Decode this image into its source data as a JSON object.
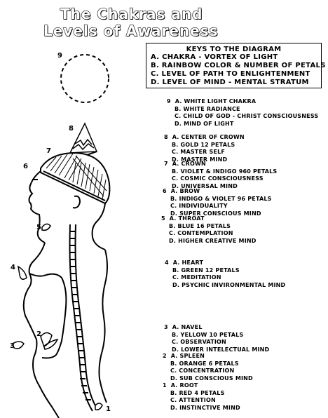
{
  "title": {
    "line1": "The Chakras and",
    "line2": "Levels of Awareness"
  },
  "keys": {
    "heading": "KEYS TO THE DIAGRAM",
    "lines": [
      "A. CHAKRA - VORTEX OF LIGHT",
      "B. RAINBOW COLOR & NUMBER OF PETALS",
      "C. LEVEL OF PATH TO ENLIGHTENMENT",
      "D. LEVEL OF MIND - MENTAL STRATUM"
    ]
  },
  "chakras": [
    {
      "num": "9",
      "a": "A. WHITE LIGHT CHAKRA",
      "b": "B. WHITE RADIANCE",
      "c": "C. CHILD OF GOD - CHRIST CONSCIOUSNESS",
      "d": "D. MIND OF LIGHT"
    },
    {
      "num": "8",
      "a": "A. CENTER OF CROWN",
      "b": "B. GOLD  12 PETALS",
      "c": "C. MASTER SELF",
      "d": "D. MASTER MIND"
    },
    {
      "num": "7",
      "a": "A. CROWN",
      "b": "B. VIOLET & INDIGO  960 PETALS",
      "c": "C. COSMIC CONSCIOUSNESS",
      "d": "D. UNIVERSAL MIND"
    },
    {
      "num": "6",
      "a": "A. BROW",
      "b": "B. INDIGO & VIOLET  96 PETALS",
      "c": "C. INDIVIDUALITY",
      "d": "D. SUPER CONSCIOUS MIND"
    },
    {
      "num": "5",
      "a": "A. THROAT",
      "b": "B. BLUE  16 PETALS",
      "c": "C. CONTEMPLATION",
      "d": "D. HIGHER CREATIVE MIND"
    },
    {
      "num": "4",
      "a": "A. HEART",
      "b": "B. GREEN  12 PETALS",
      "c": "C. MEDITATION",
      "d": "D. PSYCHIC INVIRONMENTAL MIND"
    },
    {
      "num": "3",
      "a": "A. NAVEL",
      "b": "B. YELLOW  10 PETALS",
      "c": "C. OBSERVATION",
      "d": "D. LOWER INTELECTUAL MIND"
    },
    {
      "num": "2",
      "a": "A. SPLEEN",
      "b": "B. ORANGE  6 PETALS",
      "c": "C. CONCENTRATION",
      "d": "D. SUB CONSCIOUS MIND"
    },
    {
      "num": "1",
      "a": "A. ROOT",
      "b": "B. RED  4 PETALS",
      "c": "C. ATTENTION",
      "d": "D. INSTINCTIVE MIND"
    }
  ],
  "figure_labels": [
    "9",
    "8",
    "7",
    "6",
    "5",
    "4",
    "3",
    "2",
    "1"
  ]
}
